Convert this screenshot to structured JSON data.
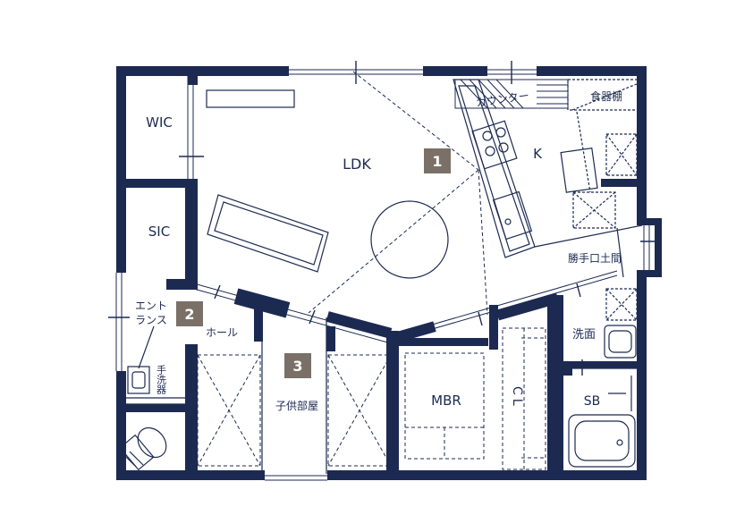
{
  "colors": {
    "wall": "#1c2a52",
    "line": "#1c2a52",
    "badge": "#7a7068",
    "background": "#ffffff"
  },
  "rooms": {
    "wic": "WIC",
    "sic": "SIC",
    "ldk": "LDK",
    "kitchen": "K",
    "counter": "カウンター",
    "dish_shelf": "食器棚",
    "service_entrance": "勝手口土間",
    "entrance_line1": "エント",
    "entrance_line2": "ランス",
    "hall": "ホール",
    "handwash": "手洗器",
    "kids_room": "子供部屋",
    "mbr": "MBR",
    "closet": "CL",
    "washroom": "洗面",
    "bath": "SB"
  },
  "badges": [
    "1",
    "2",
    "3"
  ]
}
